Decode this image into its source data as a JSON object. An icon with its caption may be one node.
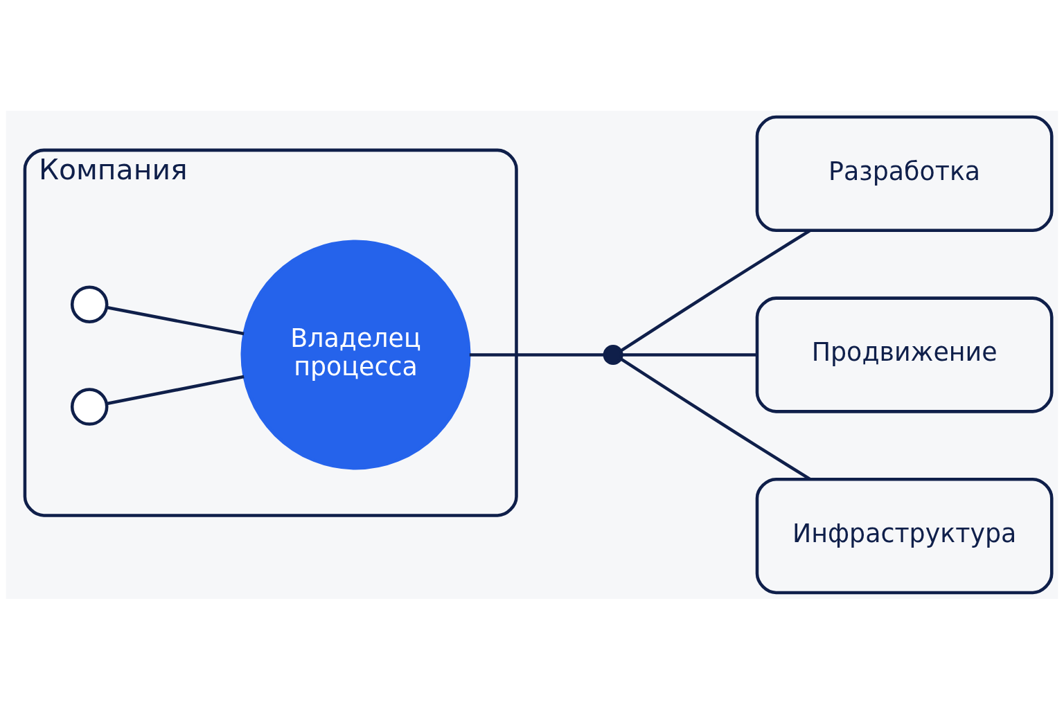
{
  "diagram": {
    "nodes": [
      {
        "text": [
          "Компания"
        ]
      },
      {
        "text": [
          "Владелец процесса"
        ],
        "in": 0
      },
      {
        "text": [],
        "shape": "circle",
        "in": 0
      },
      {
        "text": [],
        "shape": "circle",
        "in": 0
      },
      {
        "text": [],
        "shape": "dot"
      },
      {
        "text": [
          "Разработка"
        ]
      },
      {
        "text": [
          "Продвижение"
        ]
      },
      {
        "text": [
          "Инфраструктура"
        ]
      }
    ],
    "edges": [
      {
        "from": 2,
        "to": 1,
        "arrow": "none"
      },
      {
        "from": 3,
        "to": 1,
        "arrow": "none"
      },
      {
        "from": 1,
        "to": 4,
        "arrow": "none"
      },
      {
        "from": 4,
        "to": 5,
        "arrow": "none"
      },
      {
        "from": 4,
        "to": 6,
        "arrow": "none"
      },
      {
        "from": 4,
        "to": 7,
        "arrow": "none"
      }
    ]
  }
}
